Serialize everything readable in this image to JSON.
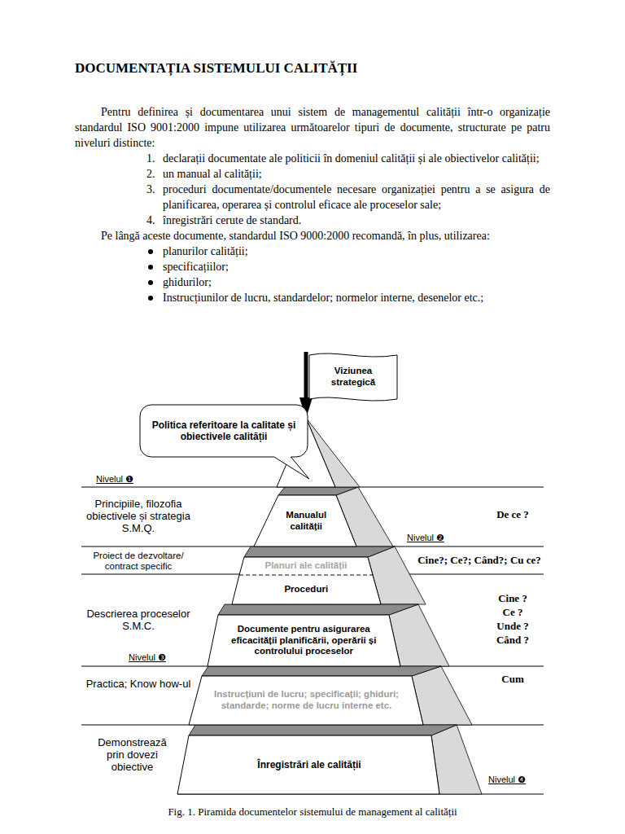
{
  "diagram": {
    "title": "DOCUMENTAȚIA SISTEMULUI CALITĂȚII",
    "caption": "Fig. 1. Piramida documentelor sistemului de management al calității",
    "nodes": [
      {
        "text": [
          "Viziunea strategică"
        ]
      },
      {
        "text": [
          "Politica referitoare la calitate și obiectivele calității"
        ]
      },
      {
        "text": [
          "Manualul calității"
        ]
      },
      {
        "text": [
          "Planuri ale calității"
        ]
      },
      {
        "text": [
          "Proceduri"
        ]
      },
      {
        "text": [
          "Documente pentru asigurarea eficacității planificării, operării și controlului proceselor"
        ]
      },
      {
        "text": [
          "Instrucțiuni de lucru; specificații; ghiduri; standarde; norme de lucru interne etc."
        ]
      },
      {
        "text": [
          "Înregistrări ale calității"
        ]
      }
    ],
    "labels": [
      "Pentru definirea și documentarea unui sistem de managementul calității într-o organizație standardul ISO 9001:2000 impune utilizarea următoarelor tipuri de documente, structurate pe patru niveluri distincte:",
      "1.",
      "declarații documentate ale politicii în domeniul calității și ale obiectivelor calității;",
      "2.",
      "un manual al calității;",
      "3.",
      "proceduri documentate/documentele necesare organizației pentru a se asigura de planificarea, operarea și controlul eficace ale proceselor sale;",
      "4.",
      "înregistrări cerute de standard.",
      "Pe lângă aceste documente, standardul ISO 9000:2000 recomandă, în plus, utilizarea:",
      "planurilor calității;",
      "specificațiilor;",
      "ghidurilor;",
      "Instrucțiunilor de lucru, standardelor; normelor interne, desenelor etc.;",
      "Nivelul ❶",
      "Principiile, filozofia obiectivele și strategia S.M.Q.",
      "Proiect de dezvoltare/ contract specific",
      "Descrierea proceselor S.M.C.",
      "Nivelul ❸",
      "Practica; Know how-ul",
      "Demonstrează prin dovezi obiective",
      "Nivelul ❷",
      "De ce ?",
      "Cine?; Ce?; Când?; Cu ce?",
      "Cine ?",
      "Ce ?",
      "Unde ?",
      "Când ?",
      "Cum",
      "Nivelul ❹"
    ]
  }
}
